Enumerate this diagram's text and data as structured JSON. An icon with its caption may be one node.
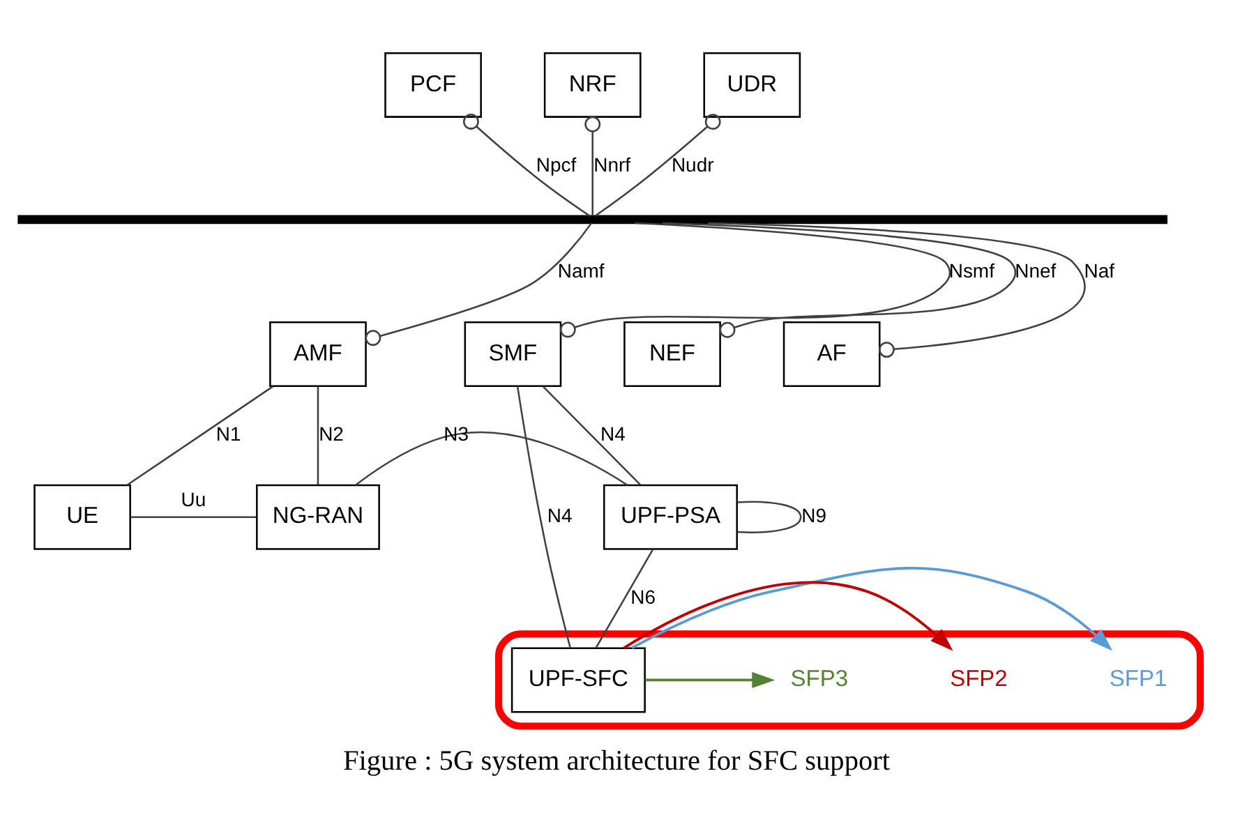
{
  "diagram": {
    "caption": "Figure : 5G system architecture for SFC support",
    "nodes": [
      {
        "text": [
          "PCF"
        ]
      },
      {
        "text": [
          "NRF"
        ]
      },
      {
        "text": [
          "UDR"
        ]
      },
      {
        "text": [],
        "shape": "bar"
      },
      {
        "text": [
          "AMF"
        ]
      },
      {
        "text": [
          "SMF"
        ]
      },
      {
        "text": [
          "NEF"
        ]
      },
      {
        "text": [
          "AF"
        ]
      },
      {
        "text": [],
        "shape": "box"
      },
      {
        "text": [
          "UE"
        ]
      },
      {
        "text": [
          "NG-RAN"
        ]
      },
      {
        "text": [
          "UPF-PSA"
        ]
      },
      {
        "text": [
          "UPF-SFC"
        ],
        "in": 8
      },
      {
        "text": [
          "SFP1"
        ],
        "in": 8
      },
      {
        "text": [
          "SFP2"
        ],
        "in": 8
      },
      {
        "text": [
          "SFP3"
        ],
        "in": 8
      }
    ],
    "edges": [
      {
        "from": 0,
        "to": 3,
        "arrow": "other",
        "label": "Npcf"
      },
      {
        "from": 1,
        "to": 3,
        "arrow": "other",
        "label": "Nnrf"
      },
      {
        "from": 2,
        "to": 3,
        "arrow": "other",
        "label": "Nudr"
      },
      {
        "from": 4,
        "to": 3,
        "arrow": "other",
        "label": "Namf"
      },
      {
        "from": 5,
        "to": 3,
        "arrow": "other",
        "label": "Nsmf"
      },
      {
        "from": 6,
        "to": 3,
        "arrow": "other",
        "label": "Nnef"
      },
      {
        "from": 7,
        "to": 3,
        "arrow": "other",
        "label": "Naf"
      },
      {
        "from": 4,
        "to": 9,
        "arrow": "none",
        "label": "N1"
      },
      {
        "from": 4,
        "to": 10,
        "arrow": "none",
        "label": "N2"
      },
      {
        "from": 9,
        "to": 10,
        "arrow": "none",
        "label": "Uu"
      },
      {
        "from": 10,
        "to": 11,
        "arrow": "none",
        "label": "N3"
      },
      {
        "from": 5,
        "to": 11,
        "arrow": "none",
        "label": "N4"
      },
      {
        "from": 5,
        "to": 12,
        "arrow": "none",
        "label": "N4"
      },
      {
        "from": 11,
        "to": 12,
        "arrow": "none",
        "label": "N6"
      },
      {
        "from": 11,
        "to": 11,
        "arrow": "none",
        "label": "N9"
      },
      {
        "from": 12,
        "to": 13,
        "arrow": "to",
        "color": "#5b9bd5"
      },
      {
        "from": 12,
        "to": 14,
        "arrow": "to",
        "color": "#c00000"
      },
      {
        "from": 12,
        "to": 15,
        "arrow": "to",
        "color": "#548235"
      }
    ]
  }
}
